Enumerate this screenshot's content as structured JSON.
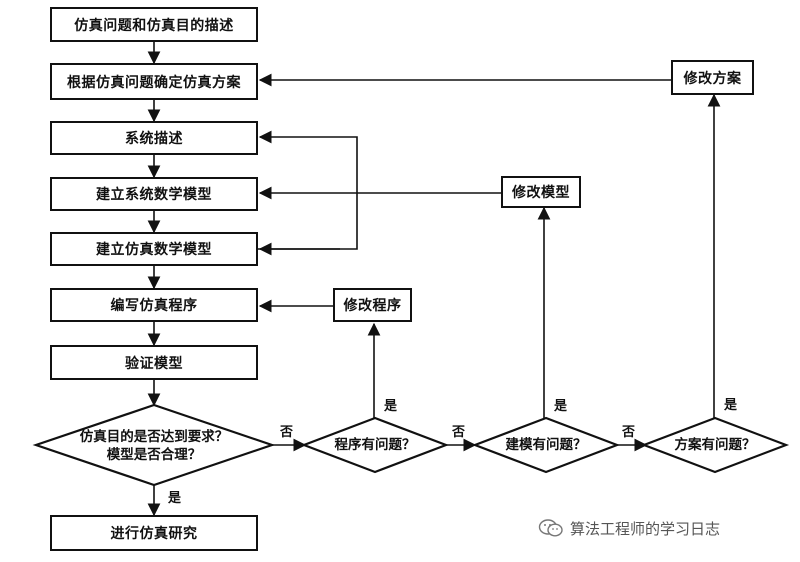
{
  "boxes": {
    "describe_problem": "仿真问题和仿真目的描述",
    "determine_plan": "根据仿真问题确定仿真方案",
    "system_description": "系统描述",
    "math_model": "建立系统数学模型",
    "sim_math_model": "建立仿真数学模型",
    "write_program": "编写仿真程序",
    "verify_model": "验证模型",
    "modify_program": "修改程序",
    "modify_model": "修改模型",
    "modify_plan": "修改方案",
    "conduct_research": "进行仿真研究"
  },
  "decisions": {
    "goal_met_line1": "仿真目的是否达到要求？",
    "goal_met_line2": "模型是否合理？",
    "program_issue": "程序有问题？",
    "modeling_issue": "建模有问题？",
    "plan_issue": "方案有问题？"
  },
  "edge_labels": {
    "no_1": "否",
    "no_2": "否",
    "no_3": "否",
    "yes_goal": "是",
    "yes_program": "是",
    "yes_modeling": "是",
    "yes_plan": "是"
  },
  "watermark": {
    "text": "算法工程师的学习日志",
    "icon": "wechat-icon"
  },
  "colors": {
    "line": "#111111",
    "background": "#ffffff",
    "watermark": "#555555"
  }
}
